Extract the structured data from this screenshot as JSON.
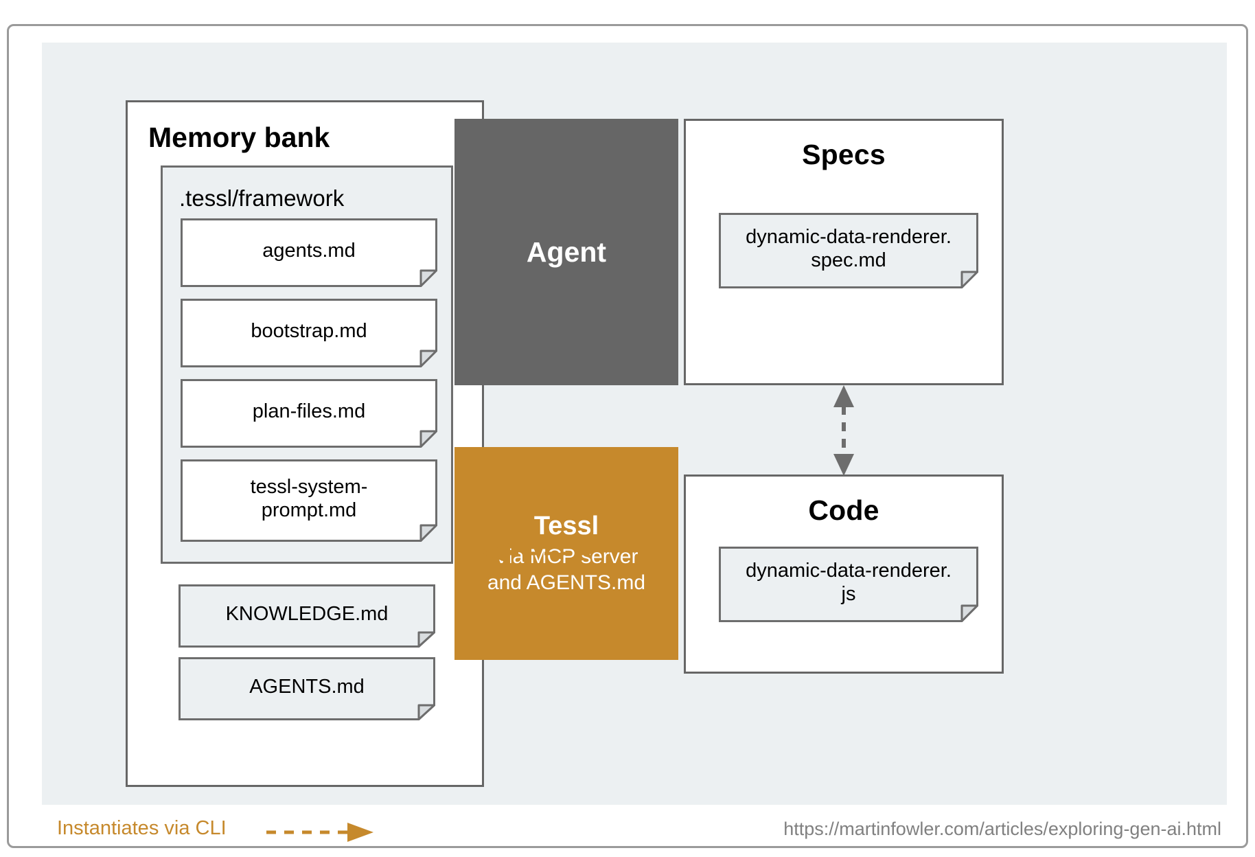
{
  "diagram": {
    "memory_bank": {
      "title": "Memory bank",
      "framework_group": {
        "label": ".tessl/framework",
        "files": [
          {
            "name": "agents.md"
          },
          {
            "name": "bootstrap.md"
          },
          {
            "name": "plan-files.md"
          },
          {
            "name": "tessl-system-\nprompt.md"
          }
        ]
      },
      "root_files": [
        {
          "name": "KNOWLEDGE.md"
        },
        {
          "name": "AGENTS.md"
        }
      ]
    },
    "agent": {
      "label": "Agent"
    },
    "tessl": {
      "title": "Tessl",
      "subtitle": "Via MCP server\nand AGENTS.md"
    },
    "specs": {
      "title": "Specs",
      "files": [
        {
          "name": "dynamic-data-renderer.\nspec.md"
        }
      ]
    },
    "code": {
      "title": "Code",
      "files": [
        {
          "name": "dynamic-data-renderer.\njs"
        }
      ]
    },
    "connections": {
      "specs_code": {
        "style": "dashed",
        "heads": "both",
        "color": "#6d6d6d"
      },
      "tessl_memory_bank": {
        "style": "dashed",
        "heads": "left",
        "color": "#c6892c"
      }
    }
  },
  "legend": {
    "label": "Instantiates via CLI",
    "arrow_style": "dashed",
    "arrow_color": "#c6892c"
  },
  "footer": {
    "source_url": "https://martinfowler.com/articles/exploring-gen-ai.html"
  },
  "colors": {
    "panel_background": "#ecf0f2",
    "border": "#666666",
    "agent_fill": "#666666",
    "tessl_fill": "#c6892c",
    "note_fill_white": "#ffffff",
    "note_fill_gray": "#ecf0f2",
    "accent": "#c6892c",
    "muted_text": "#808080"
  }
}
